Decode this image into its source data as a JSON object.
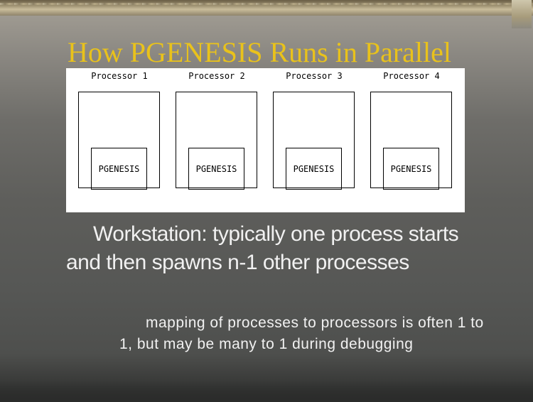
{
  "slide": {
    "title": "How PGENESIS Runs in Parallel",
    "title_color": "#e9c21b",
    "text_color": "#f1f1f1"
  },
  "diagram": {
    "processors": [
      {
        "label": "Processor 1",
        "inner": "PGENESIS"
      },
      {
        "label": "Processor 2",
        "inner": "PGENESIS"
      },
      {
        "label": "Processor 3",
        "inner": "PGENESIS"
      },
      {
        "label": "Processor 4",
        "inner": "PGENESIS"
      }
    ]
  },
  "bullets": {
    "main": "Workstation: typically one process starts and then spawns n-1 other processes",
    "sub": "mapping of processes to processors is often 1 to 1, but may be many to 1 during debugging"
  }
}
